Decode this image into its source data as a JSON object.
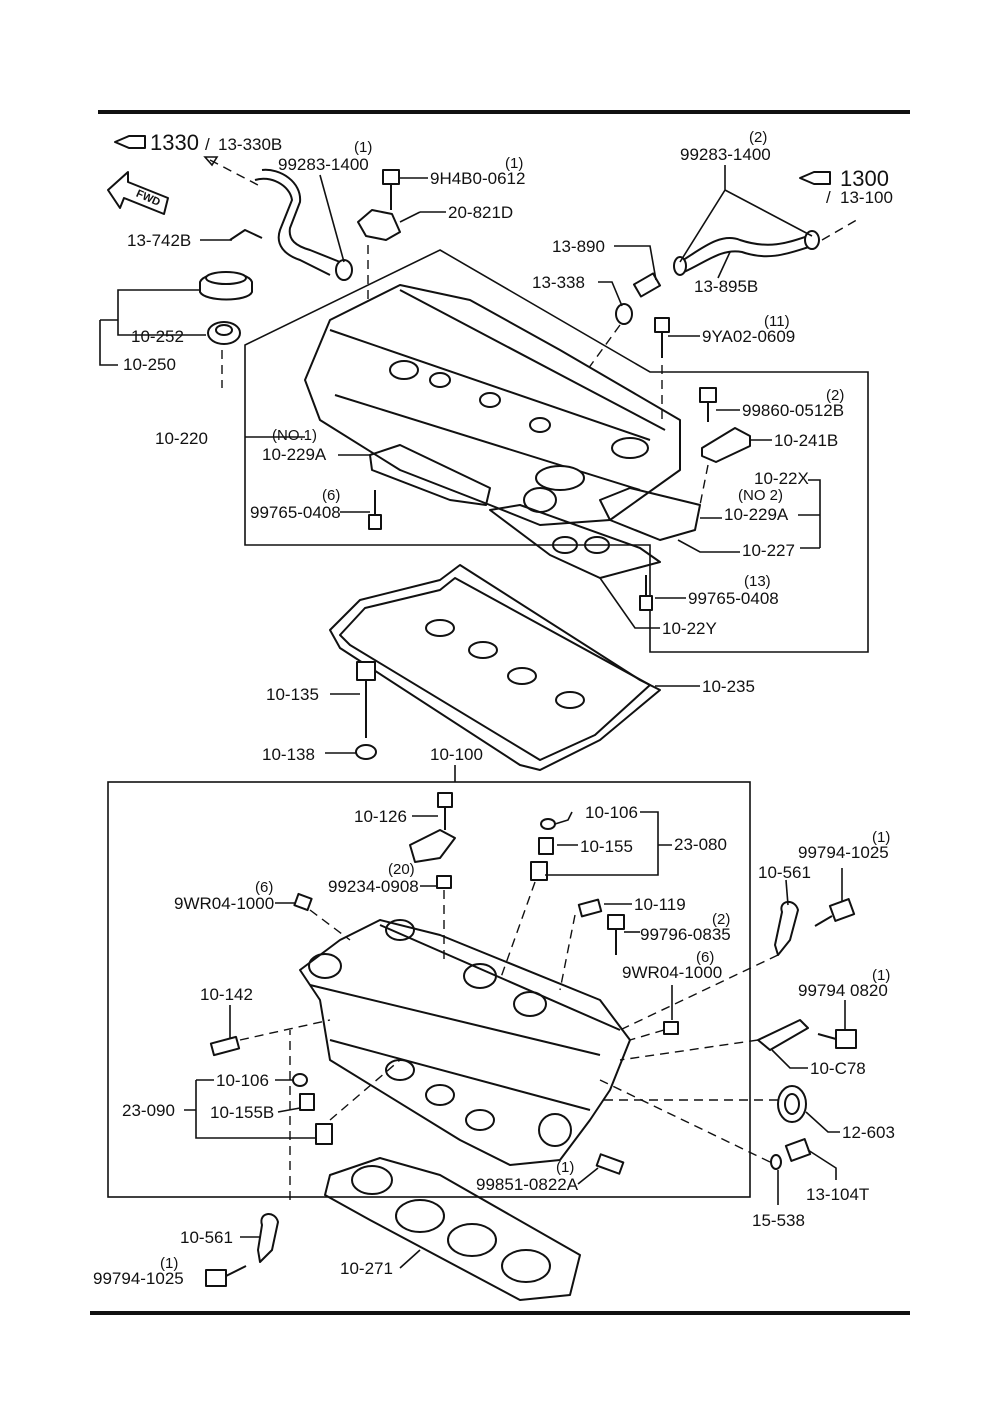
{
  "refs": {
    "top_left_main": "1330",
    "top_left_sub": "13-330B",
    "top_right_main": "1300",
    "top_right_sub": "13-100",
    "fwd": "FWD"
  },
  "labels": {
    "p99283_1400_a": "99283-1400",
    "q99283_1400_a": "(1)",
    "p9H4B0_0612": "9H4B0-0612",
    "q9H4B0_0612": "(1)",
    "p20_821D": "20-821D",
    "p99283_1400_b": "99283-1400",
    "q99283_1400_b": "(2)",
    "p13_742B": "13-742B",
    "p13_890": "13-890",
    "p13_338": "13-338",
    "p13_895B": "13-895B",
    "p10_252": "10-252",
    "p10_250": "10-250",
    "p9YA02_0609": "9YA02-0609",
    "q9YA02_0609": "(11)",
    "p99860_0512B": "99860-0512B",
    "q99860_0512B": "(2)",
    "p10_220": "10-220",
    "p10_229A_1": "10-229A",
    "q10_229A_1": "(NO.1)",
    "p10_241B": "10-241B",
    "p10_22X": "10-22X",
    "p10_229A_2": "10-229A",
    "q10_229A_2": "(NO 2)",
    "p99765_0408_a": "99765-0408",
    "q99765_0408_a": "(6)",
    "p10_227": "10-227",
    "p99765_0408_b": "99765-0408",
    "q99765_0408_b": "(13)",
    "p10_22Y": "10-22Y",
    "p10_135": "10-135",
    "p10_235": "10-235",
    "p10_138": "10-138",
    "p10_100": "10-100",
    "p10_106_a": "10-106",
    "p10_126": "10-126",
    "p10_155": "10-155",
    "p23_080": "23-080",
    "p99234_0908": "99234-0908",
    "q99234_0908": "(20)",
    "p9WR04_1000_a": "9WR04-1000",
    "q9WR04_1000_a": "(6)",
    "p10_119": "10-119",
    "p99796_0835": "99796-0835",
    "q99796_0835": "(2)",
    "p10_561_a": "10-561",
    "p99794_1025_a": "99794-1025",
    "q99794_1025_a": "(1)",
    "p9WR04_1000_b": "9WR04-1000",
    "q9WR04_1000_b": "(6)",
    "p10_142": "10-142",
    "p99794_0820": "99794 0820",
    "q99794_0820": "(1)",
    "p10_C78": "10-C78",
    "p10_106_b": "10-106",
    "p23_090": "23-090",
    "p10_155B": "10-155B",
    "p12_603": "12-603",
    "p99851_0822A": "99851-0822A",
    "q99851_0822A": "(1)",
    "p13_104T": "13-104T",
    "p15_538": "15-538",
    "p10_561_b": "10-561",
    "p99794_1025_b": "99794-1025",
    "q99794_1025_b": "(1)",
    "p10_271": "10-271"
  }
}
